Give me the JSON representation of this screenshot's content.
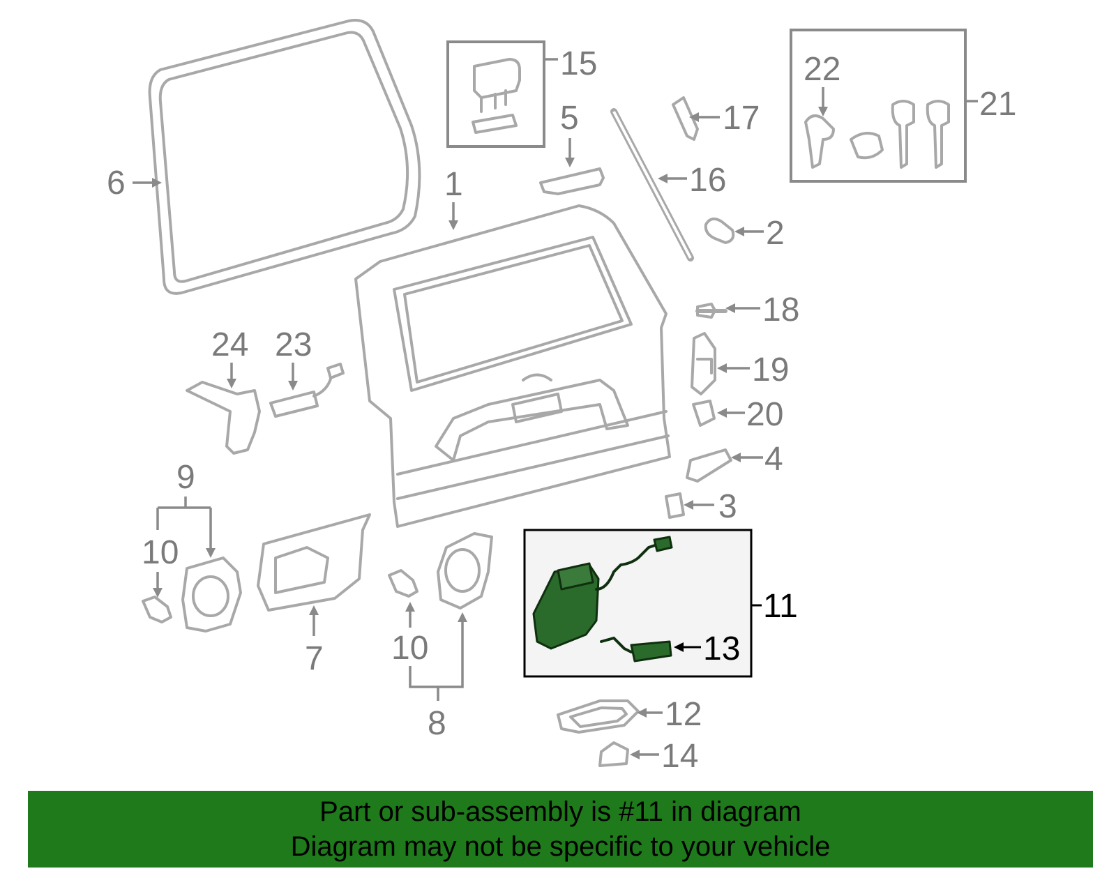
{
  "callouts": {
    "c1": "1",
    "c2": "2",
    "c3": "3",
    "c4": "4",
    "c5": "5",
    "c6": "6",
    "c7": "7",
    "c8": "8",
    "c9": "9",
    "c10a": "10",
    "c10b": "10",
    "c11": "11",
    "c12": "12",
    "c13": "13",
    "c14": "14",
    "c15": "15",
    "c16": "16",
    "c17": "17",
    "c18": "18",
    "c19": "19",
    "c20": "20",
    "c21": "21",
    "c22": "22",
    "c23": "23",
    "c24": "24"
  },
  "banner": {
    "line1": "Part or sub-assembly is #11 in diagram",
    "line2": "Diagram may not be specific to your vehicle"
  },
  "colors": {
    "highlight_fill": "#2a6a2a",
    "banner_bg": "#1e7a1a",
    "part_stroke": "#a8a8a8"
  }
}
